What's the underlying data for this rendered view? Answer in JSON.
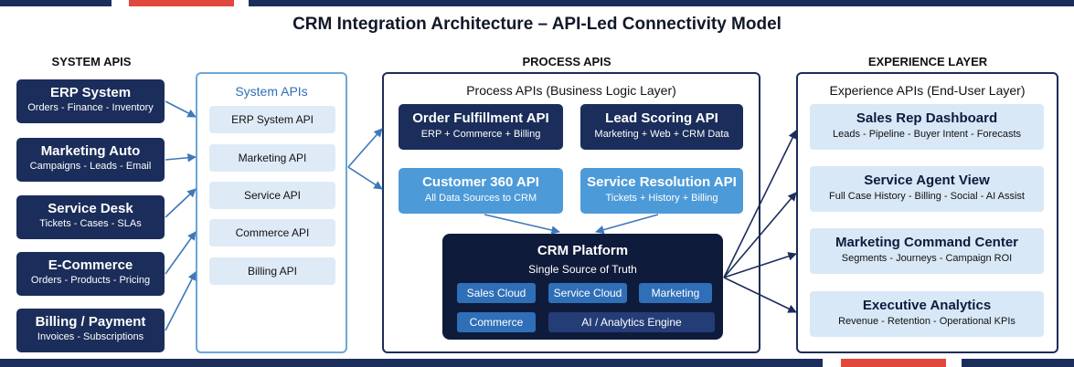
{
  "title": "CRM Integration Architecture – API-Led Connectivity Model",
  "columns": {
    "system": "SYSTEM APIS",
    "process": "PROCESS APIS",
    "experience": "EXPERIENCE LAYER"
  },
  "system_sources": [
    {
      "title": "ERP System",
      "subtitle": "Orders - Finance - Inventory"
    },
    {
      "title": "Marketing Auto",
      "subtitle": "Campaigns - Leads - Email"
    },
    {
      "title": "Service Desk",
      "subtitle": "Tickets - Cases - SLAs"
    },
    {
      "title": "E-Commerce",
      "subtitle": "Orders - Products - Pricing"
    },
    {
      "title": "Billing / Payment",
      "subtitle": "Invoices - Subscriptions"
    }
  ],
  "system_panel": {
    "title": "System APIs",
    "items": [
      "ERP System API",
      "Marketing API",
      "Service API",
      "Commerce API",
      "Billing API"
    ]
  },
  "process_panel": {
    "title": "Process APIs (Business Logic Layer)",
    "items": [
      {
        "title": "Order Fulfillment API",
        "subtitle": "ERP + Commerce + Billing"
      },
      {
        "title": "Lead Scoring API",
        "subtitle": "Marketing + Web + CRM Data"
      },
      {
        "title": "Customer 360 API",
        "subtitle": "All Data Sources to CRM"
      },
      {
        "title": "Service Resolution API",
        "subtitle": "Tickets + History + Billing"
      }
    ]
  },
  "crm": {
    "title": "CRM Platform",
    "subtitle": "Single Source of Truth",
    "modules": [
      "Sales Cloud",
      "Service Cloud",
      "Marketing",
      "Commerce",
      "AI / Analytics Engine"
    ]
  },
  "experience_panel": {
    "title": "Experience APIs (End-User Layer)",
    "items": [
      {
        "title": "Sales Rep Dashboard",
        "subtitle": "Leads - Pipeline - Buyer Intent - Forecasts"
      },
      {
        "title": "Service Agent View",
        "subtitle": "Full Case History - Billing - Social - AI Assist"
      },
      {
        "title": "Marketing Command Center",
        "subtitle": "Segments - Journeys - Campaign ROI"
      },
      {
        "title": "Executive Analytics",
        "subtitle": "Revenue - Retention - Operational KPIs"
      }
    ]
  },
  "colors": {
    "navy": "#1b2d5a",
    "accent_red": "#e0483e",
    "light_blue": "#4d9ad8",
    "chip_bg": "#dfeaf7"
  }
}
